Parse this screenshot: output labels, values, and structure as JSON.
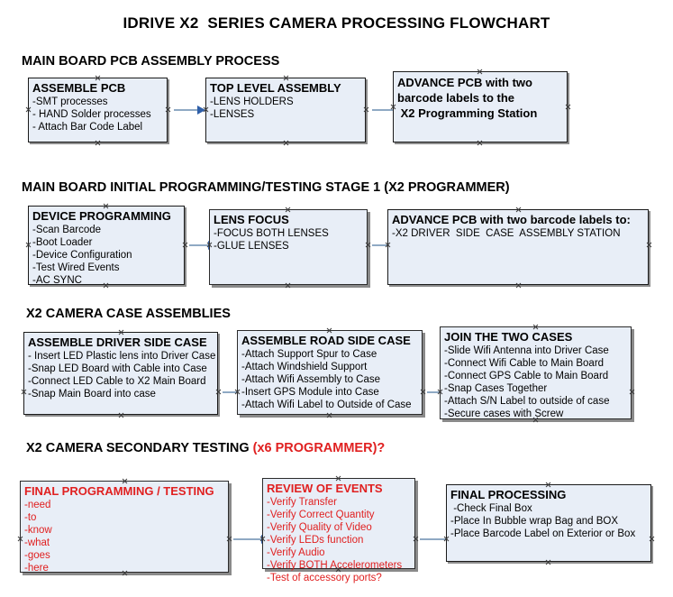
{
  "document": {
    "title": "IDRIVE X2  SERIES CAMERA PROCESSING FLOWCHART"
  },
  "sections": [
    {
      "id": "main-board-pcb-assembly",
      "heading": "MAIN BOARD PCB ASSEMBLY PROCESS",
      "heading_accent": "",
      "boxes": [
        {
          "id": "assemble-pcb",
          "title": "ASSEMBLE PCB",
          "lines": [
            "-SMT processes",
            "- HAND Solder processes",
            "- Attach Bar Code Label"
          ]
        },
        {
          "id": "top-level-assembly",
          "title": "TOP LEVEL ASSEMBLY",
          "lines": [
            "-LENS HOLDERS",
            "-LENSES"
          ]
        },
        {
          "id": "advance-pcb-to-x2-programming-station",
          "title": "ADVANCE PCB with two\nbarcode labels to the\n X2 Programming Station",
          "lines": []
        }
      ]
    },
    {
      "id": "main-board-initial-programming",
      "heading": "MAIN BOARD INITIAL PROGRAMMING/TESTING STAGE 1 (X2 PROGRAMMER)",
      "heading_accent": "",
      "boxes": [
        {
          "id": "device-programming",
          "title": "DEVICE PROGRAMMING",
          "lines": [
            "-Scan Barcode",
            "-Boot Loader",
            "-Device Configuration",
            "-Test Wired Events",
            "-AC SYNC"
          ]
        },
        {
          "id": "lens-focus",
          "title": "LENS FOCUS",
          "lines": [
            "-FOCUS BOTH LENSES",
            "-GLUE LENSES"
          ]
        },
        {
          "id": "advance-pcb-to-driver-side-case-assembly",
          "title": "ADVANCE PCB with two barcode labels to:",
          "lines": [
            "-X2 DRIVER  SIDE  CASE  ASSEMBLY STATION"
          ]
        }
      ]
    },
    {
      "id": "x2-camera-case-assemblies",
      "heading": "X2 CAMERA CASE ASSEMBLIES",
      "heading_accent": "",
      "boxes": [
        {
          "id": "assemble-driver-side-case",
          "title": "ASSEMBLE DRIVER SIDE CASE",
          "lines": [
            "- Insert LED Plastic lens into Driver Case",
            "-Snap LED Board with Cable into Case",
            "-Connect LED Cable to X2 Main Board",
            "-Snap Main Board into case"
          ]
        },
        {
          "id": "assemble-road-side-case",
          "title": "ASSEMBLE ROAD SIDE CASE",
          "lines": [
            "-Attach Support Spur to Case",
            "-Attach Windshield Support",
            "-Attach Wifi Assembly to Case",
            "-Insert GPS Module into Case",
            "-Attach Wifi Label to Outside of Case"
          ]
        },
        {
          "id": "join-the-two-cases",
          "title": "JOIN THE TWO CASES",
          "lines": [
            "-Slide Wifi Antenna into Driver Case",
            "-Connect Wifi Cable to Main Board",
            "-Connect GPS Cable to Main Board",
            "-Snap Cases Together",
            "-Attach S/N Label to outside of case",
            "-Secure cases with Screw"
          ]
        }
      ]
    },
    {
      "id": "x2-camera-secondary-testing",
      "heading": "X2 CAMERA SECONDARY TESTING ",
      "heading_accent": "(x6 PROGRAMMER)?",
      "boxes": [
        {
          "id": "final-programming-testing",
          "title": "FINAL PROGRAMMING / TESTING",
          "lines": [
            "-need",
            "-to",
            "-know",
            "-what",
            "-goes",
            "-here"
          ]
        },
        {
          "id": "review-of-events",
          "title": "REVIEW OF EVENTS",
          "lines": [
            "-Verify Transfer",
            "-Verify Correct Quantity",
            "-Verify Quality of Video",
            "-Verify LEDs function",
            "-Verify Audio",
            "-Verify BOTH Accelerometers",
            "-Test of accessory ports?"
          ]
        },
        {
          "id": "final-processing",
          "title": "FINAL PROCESSING",
          "lines": [
            " -Check Final Box",
            "-Place In Bubble wrap Bag and BOX",
            "-Place Barcode Label on Exterior or Box"
          ]
        }
      ]
    }
  ],
  "colors": {
    "box_fill": "#e8eef7",
    "box_border": "#1a1a1a",
    "box_shadow": "#8c8c8c",
    "connector_line": "#8fa9c4",
    "connector_head": "#2f5fa8",
    "accent_red": "#e02020",
    "text": "#000000"
  }
}
